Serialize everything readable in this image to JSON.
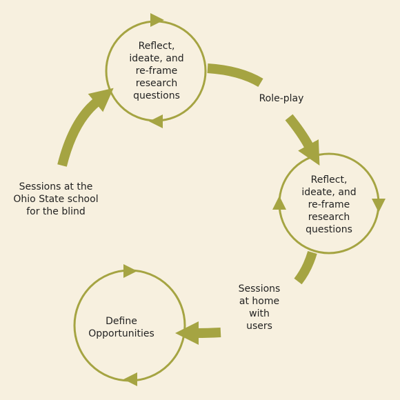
{
  "colors": {
    "background": "#f7f0df",
    "accent": "#a5a442",
    "text": "#222222"
  },
  "nodes": [
    {
      "label": "Reflect,\nideate, and\nre-frame\nresearch\nquestions"
    },
    {
      "label": "Reflect,\nideate, and\nre-frame\nresearch\nquestions"
    },
    {
      "label": "Define\nOpportunities"
    }
  ],
  "edges": [
    {
      "label": "Role-play"
    },
    {
      "label": "Sessions at the\nOhio State school\nfor the blind"
    },
    {
      "label": "Sessions\nat home\nwith\nusers"
    }
  ]
}
